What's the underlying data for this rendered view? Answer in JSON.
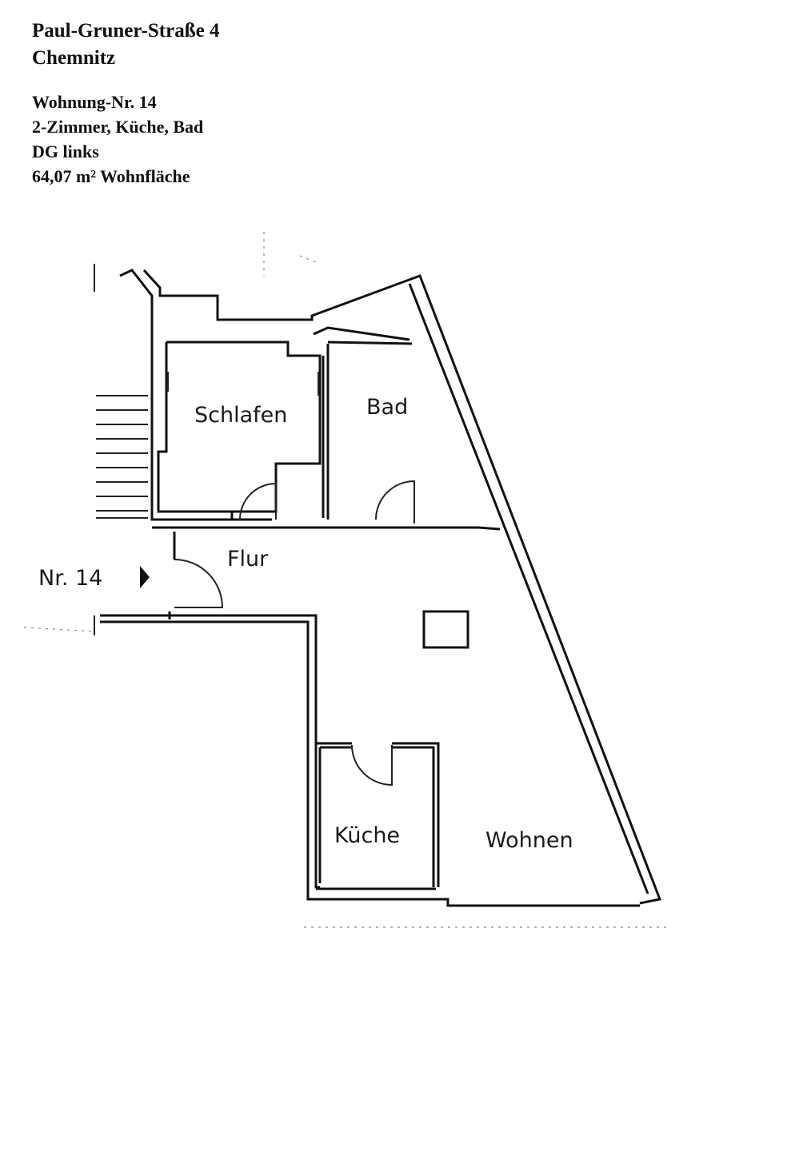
{
  "address": {
    "street": "Paul-Gruner-Straße 4",
    "city": "Chemnitz"
  },
  "apartment": {
    "number_line": "Wohnung-Nr. 14",
    "rooms_line": "2-Zimmer, Küche, Bad",
    "floor_line": "DG links",
    "area_line": "64,07 m² Wohnfläche"
  },
  "floorplan": {
    "rooms": {
      "schlafen": "Schlafen",
      "bad": "Bad",
      "flur": "Flur",
      "kueche": "Küche",
      "wohnen": "Wohnen"
    },
    "entrance_label": "Nr. 14"
  }
}
